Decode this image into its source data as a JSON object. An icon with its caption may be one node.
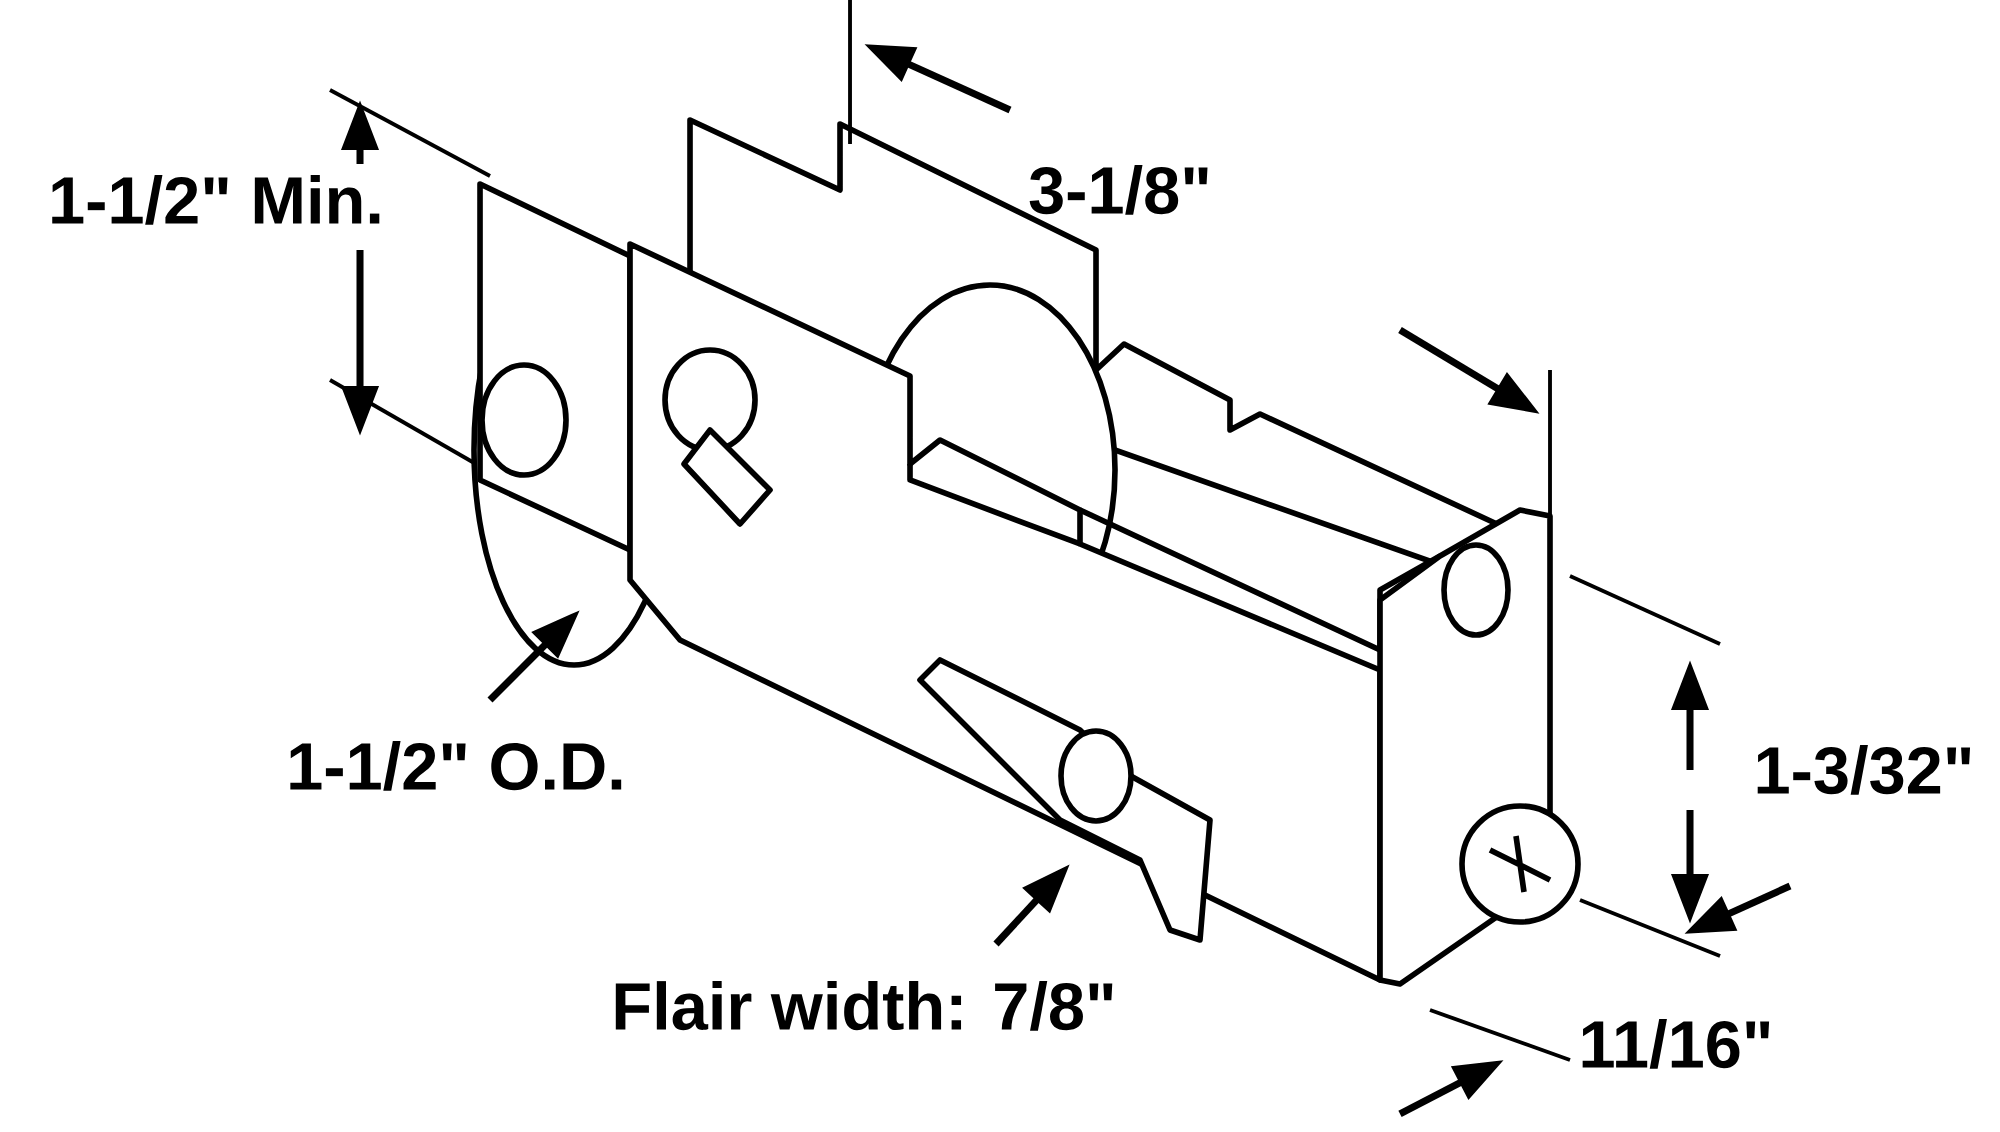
{
  "diagram": {
    "labels": [
      "3-1/8\"",
      "1-1/2\" Min.",
      "1-1/2\" O.D.",
      "1-3/32\"",
      "Flair width: 7/8\"",
      "11/16\""
    ]
  }
}
